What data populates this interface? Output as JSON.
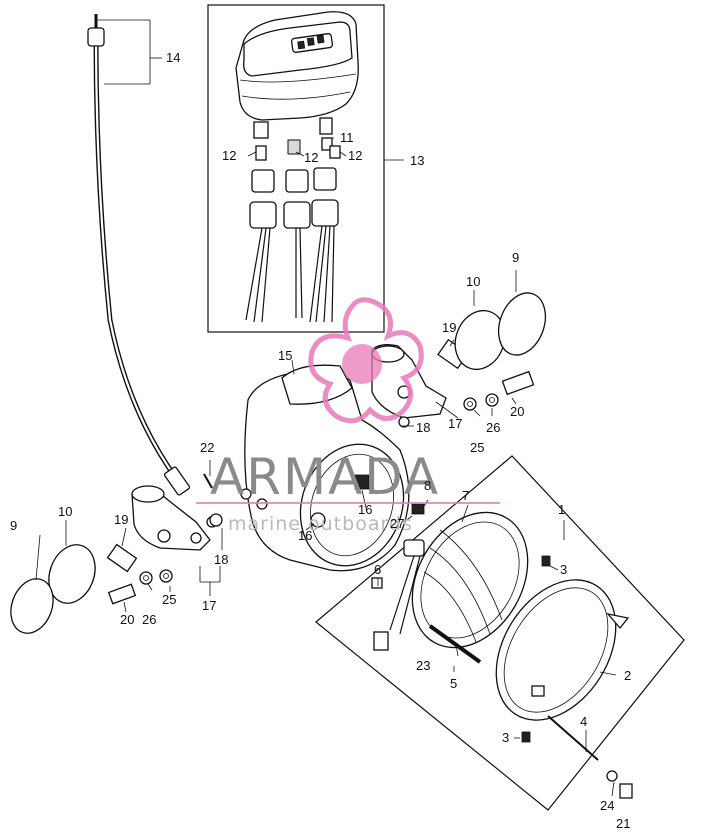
{
  "watermark": {
    "brand": "ARMADA",
    "tagline": "marine outboards",
    "logo_color": "#e879b8",
    "text_color": "#8a8a8a"
  },
  "callouts": [
    {
      "id": "c1",
      "text": "1"
    },
    {
      "id": "c2",
      "text": "2"
    },
    {
      "id": "c3a",
      "text": "3"
    },
    {
      "id": "c3b",
      "text": "3"
    },
    {
      "id": "c4",
      "text": "4"
    },
    {
      "id": "c5",
      "text": "5"
    },
    {
      "id": "c6",
      "text": "6"
    },
    {
      "id": "c7",
      "text": "7"
    },
    {
      "id": "c8",
      "text": "8"
    },
    {
      "id": "c9a",
      "text": "9"
    },
    {
      "id": "c9b",
      "text": "9"
    },
    {
      "id": "c10a",
      "text": "10"
    },
    {
      "id": "c10b",
      "text": "10"
    },
    {
      "id": "c11",
      "text": "11"
    },
    {
      "id": "c12a",
      "text": "12"
    },
    {
      "id": "c12b",
      "text": "12"
    },
    {
      "id": "c12c",
      "text": "12"
    },
    {
      "id": "c13",
      "text": "13"
    },
    {
      "id": "c14",
      "text": "14"
    },
    {
      "id": "c15",
      "text": "15"
    },
    {
      "id": "c16a",
      "text": "16"
    },
    {
      "id": "c16b",
      "text": "16"
    },
    {
      "id": "c17a",
      "text": "17"
    },
    {
      "id": "c17b",
      "text": "17"
    },
    {
      "id": "c18a",
      "text": "18"
    },
    {
      "id": "c18b",
      "text": "18"
    },
    {
      "id": "c19a",
      "text": "19"
    },
    {
      "id": "c19b",
      "text": "19"
    },
    {
      "id": "c20a",
      "text": "20"
    },
    {
      "id": "c20b",
      "text": "20"
    },
    {
      "id": "c21",
      "text": "21"
    },
    {
      "id": "c22",
      "text": "22"
    },
    {
      "id": "c23",
      "text": "23"
    },
    {
      "id": "c24",
      "text": "24"
    },
    {
      "id": "c25a",
      "text": "25"
    },
    {
      "id": "c25b",
      "text": "25"
    },
    {
      "id": "c26a",
      "text": "26"
    },
    {
      "id": "c26b",
      "text": "26"
    },
    {
      "id": "c27",
      "text": "27"
    }
  ]
}
